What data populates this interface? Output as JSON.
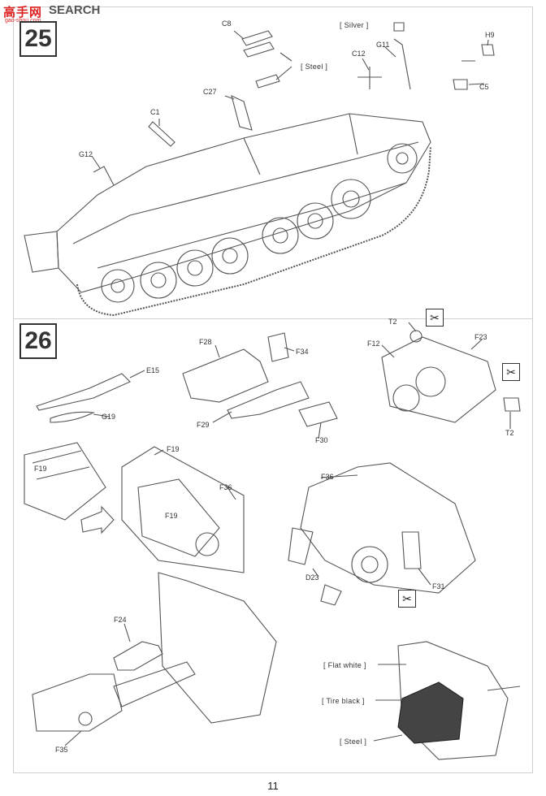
{
  "watermark": {
    "logo": "高手网",
    "search": "SEARCH",
    "url": "gao-shou.com"
  },
  "steps": {
    "step25": "25",
    "step26": "26"
  },
  "callouts": {
    "silver": "[ Silver ]",
    "steel": "[ Steel ]",
    "flat_white": "[ Flat white ]",
    "tire_black": "[ Tire black ]",
    "steel_2": "[ Steel ]"
  },
  "parts": {
    "c8": "C8",
    "h9": "H9",
    "g11": "G11",
    "c12": "C12",
    "c5": "C5",
    "c27": "C27",
    "c1": "C1",
    "g12": "G12",
    "t2_top": "T2",
    "f28": "F28",
    "f34": "F34",
    "f12": "F12",
    "f23": "F23",
    "e15": "E15",
    "g19": "G19",
    "f29": "F29",
    "f30": "F30",
    "t2_bottom": "T2",
    "f19_a": "F19",
    "f19_b": "F19",
    "f19_c": "F19",
    "f36_a": "F36",
    "f36_b": "F36",
    "d23": "D23",
    "f31": "F31",
    "f24": "F24",
    "f35": "F35"
  },
  "icons": {
    "cut_icon": "scissors-icon"
  },
  "page": {
    "number": "11"
  }
}
